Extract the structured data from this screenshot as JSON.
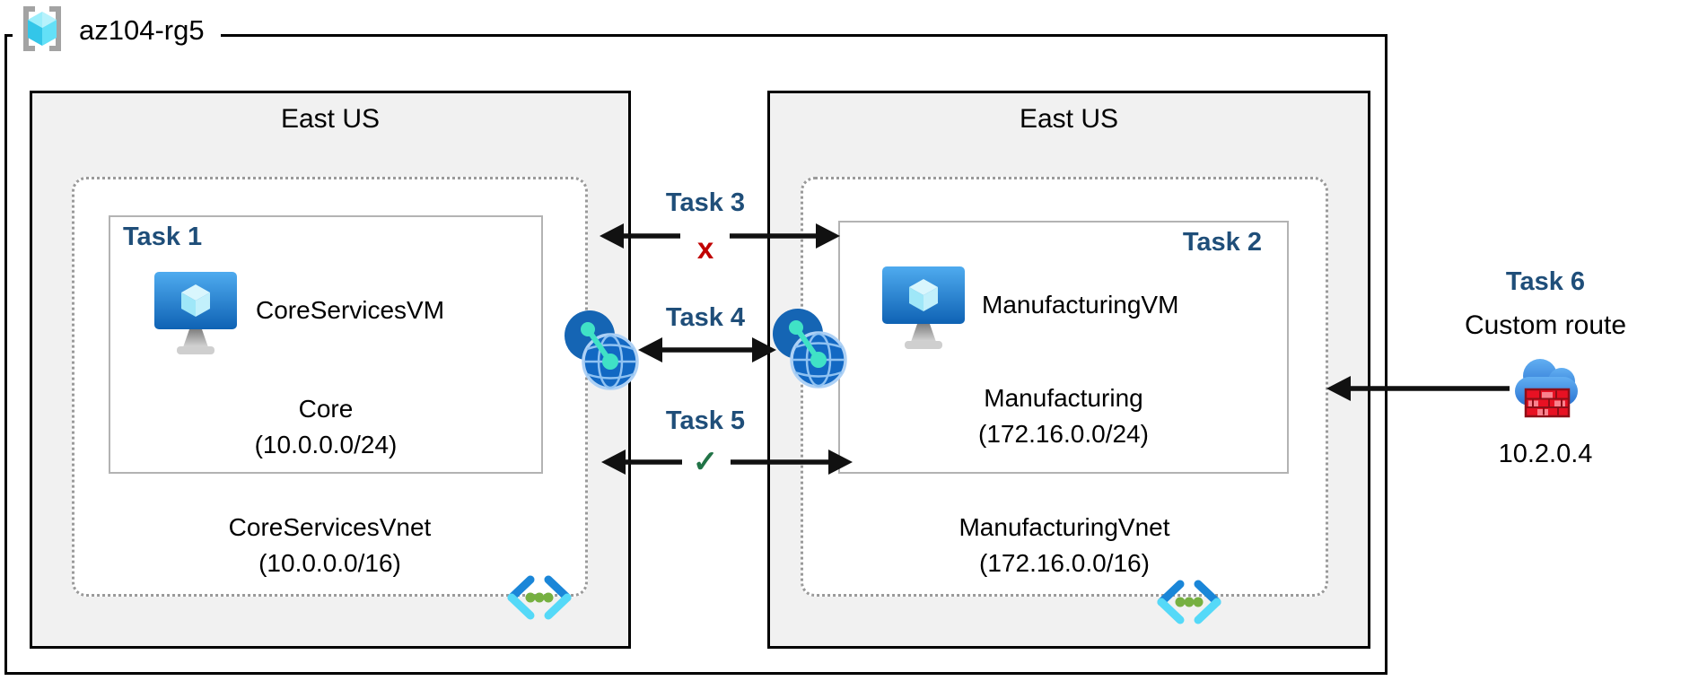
{
  "resource_group": {
    "name": "az104-rg5"
  },
  "regions": {
    "core": {
      "location": "East US",
      "vnet": {
        "name": "CoreServicesVnet",
        "cidr": "(10.0.0.0/16)"
      },
      "subnet": {
        "task_label": "Task 1",
        "name": "Core",
        "cidr": "(10.0.0.0/24)"
      },
      "vm": {
        "name": "CoreServicesVM"
      }
    },
    "manufacturing": {
      "location": "East US",
      "vnet": {
        "name": "ManufacturingVnet",
        "cidr": "(172.16.0.0/16)"
      },
      "subnet": {
        "task_label": "Task 2",
        "name": "Manufacturing",
        "cidr": "(172.16.0.0/24)"
      },
      "vm": {
        "name": "ManufacturingVM"
      }
    }
  },
  "connections": {
    "task3": {
      "label": "Task 3",
      "status_mark": "x"
    },
    "task4": {
      "label": "Task 4"
    },
    "task5": {
      "label": "Task 5",
      "status_mark": "✓"
    },
    "task6": {
      "label": "Task 6",
      "description": "Custom route",
      "ip": "10.2.0.4"
    }
  },
  "icons": {
    "resource_group": "resource-group-brackets-cube-icon",
    "vm": "virtual-machine-monitor-icon",
    "vnet": "virtual-network-chevrons-icon",
    "peering": "vnet-peering-globe-icon",
    "nva": "cloud-firewall-icon"
  },
  "colors": {
    "task_label": "#1F4E79",
    "blocked_mark": "#C00000",
    "allowed_mark": "#217346",
    "region_fill": "#F1F1F1",
    "vm_blue": "#1668C0",
    "vnet_cyan": "#50D9F8",
    "peering_teal": "#40E2C6",
    "firewall_red": "#E81123"
  }
}
